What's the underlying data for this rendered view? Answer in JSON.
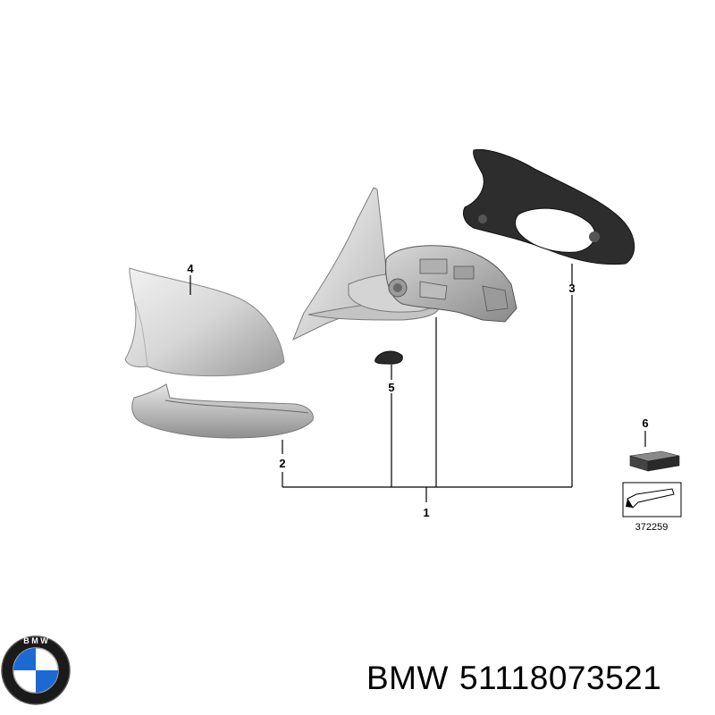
{
  "diagram": {
    "callouts": [
      "1",
      "2",
      "3",
      "4",
      "5",
      "6"
    ],
    "reference_number": "372259"
  },
  "footer": {
    "brand": "BMW",
    "part_number": "51118073521"
  },
  "colors": {
    "part_light": "#dcdcdc",
    "part_dark": "#2d2d2d",
    "line": "#000000",
    "logo_blue": "#1c69d4"
  }
}
